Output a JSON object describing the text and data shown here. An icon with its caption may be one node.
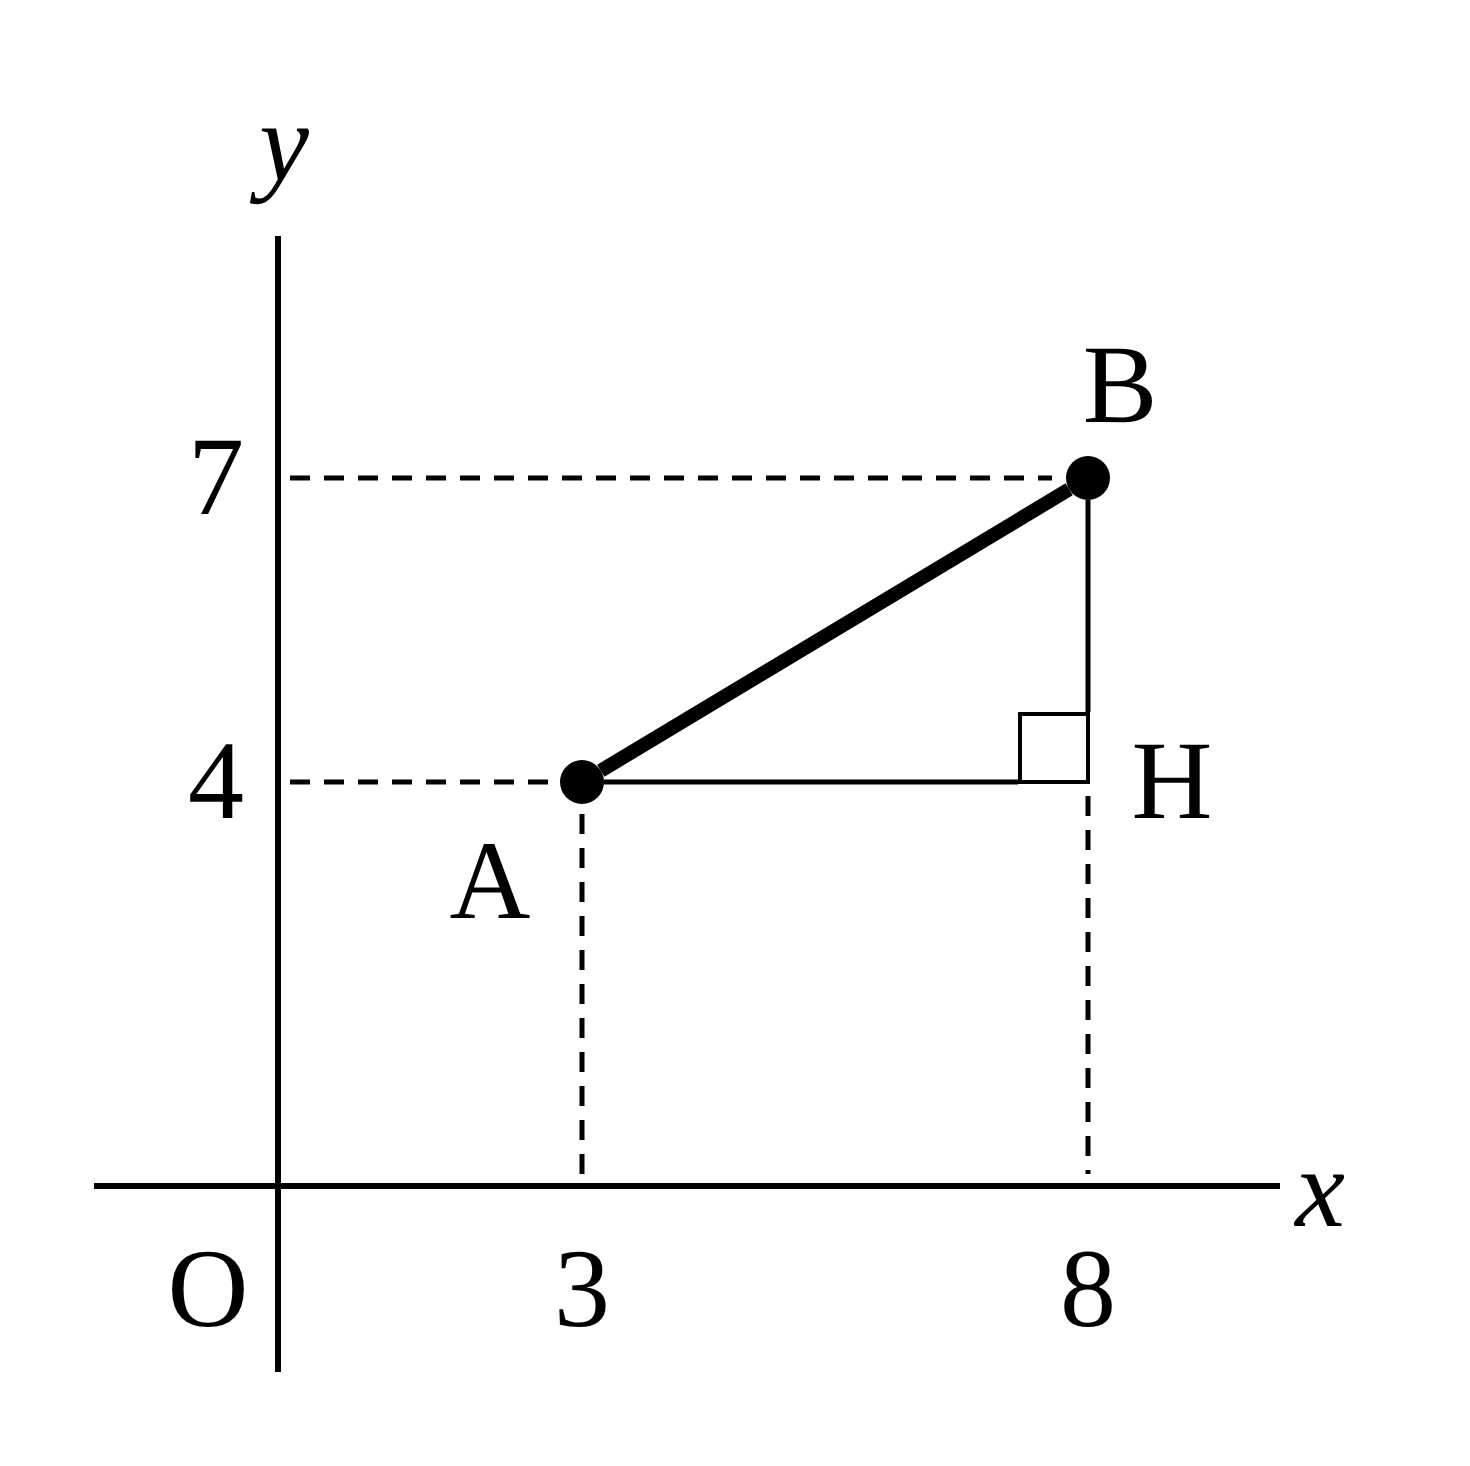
{
  "diagram": {
    "nodes": [
      {
        "text": [],
        "shape": "circle",
        "beside": [
          "A"
        ]
      },
      {
        "text": [],
        "shape": "circle",
        "beside": [
          "B"
        ]
      },
      {
        "text": [],
        "shape": "box",
        "beside": [
          "H"
        ]
      }
    ],
    "edges": [
      {
        "from": 0,
        "to": 1,
        "arrow": "none",
        "style": "thick"
      },
      {
        "from": 0,
        "to": 2,
        "arrow": "none"
      },
      {
        "from": 2,
        "to": 1,
        "arrow": "none"
      }
    ],
    "labels": [
      "y",
      "7",
      "4",
      "O",
      "3",
      "8",
      "x"
    ]
  }
}
